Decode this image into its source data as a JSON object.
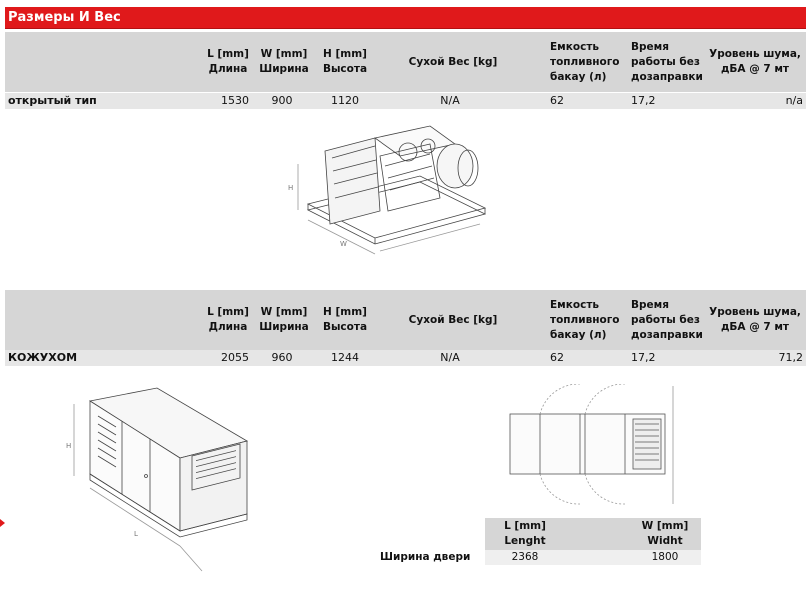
{
  "title": "Размеры И Вес",
  "headers": {
    "length": [
      "L [mm]",
      "Длина"
    ],
    "width": [
      "W [mm]",
      "Ширина"
    ],
    "height": [
      "H  [mm]",
      "Высота"
    ],
    "dry_weight": "Сухой Вес [kg]",
    "tank": [
      "Емкость",
      "топливного",
      "бакау (л)"
    ],
    "runtime": [
      "Время",
      "работы без",
      "дозаправки"
    ],
    "noise": [
      "Уровень шума,",
      "дБА @ 7 мт"
    ]
  },
  "rows": [
    {
      "label": "открытый тип",
      "length": "1530",
      "width": "900",
      "height": "1120",
      "dry_weight": "N/A",
      "tank": "62",
      "runtime": "17,2",
      "noise": "n/a"
    },
    {
      "label": "КОЖУХОМ",
      "length": "2055",
      "width": "960",
      "height": "1244",
      "dry_weight": "N/A",
      "tank": "62",
      "runtime": "17,2",
      "noise": "71,2"
    }
  ],
  "door_table": {
    "row_label": "Ширина двери",
    "col1": [
      "L [mm]",
      "Lenght"
    ],
    "col2": [
      "W [mm]",
      "Widht"
    ],
    "values": [
      "2368",
      "1800"
    ]
  },
  "drawing_marks": {
    "height": "H",
    "width": "W",
    "length": "L"
  },
  "colors": {
    "accent": "#e0191b",
    "header_bg": "#d6d6d6",
    "row_bg": "#e6e6e6"
  }
}
